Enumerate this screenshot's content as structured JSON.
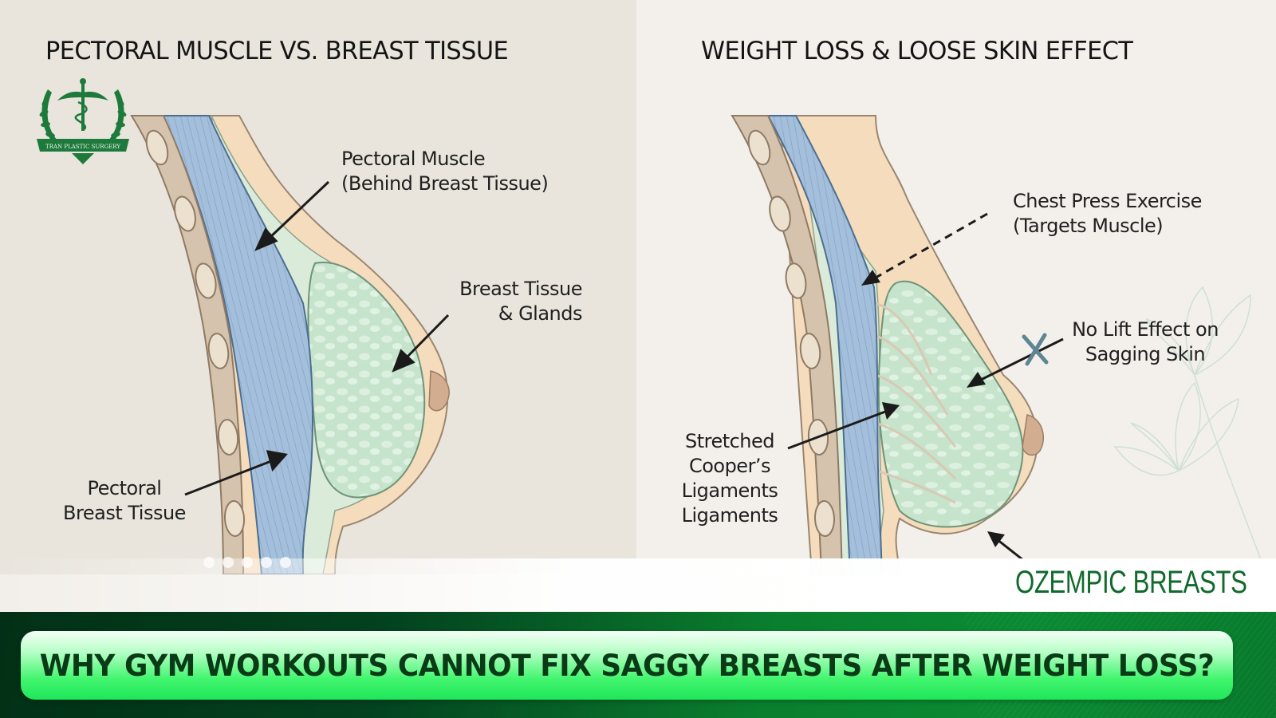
{
  "panels": {
    "left": {
      "title": "PECTORAL MUSCLE VS. BREAST TISSUE",
      "labels": {
        "pectoral_muscle": [
          "Pectoral Muscle",
          "(Behind Breast Tissue)"
        ],
        "breast_tissue": [
          "Breast Tissue",
          "& Glands"
        ],
        "pectoral_breast_tissue": [
          "Pectoral",
          "Breast Tissue"
        ]
      }
    },
    "right": {
      "title": "WEIGHT LOSS & LOOSE SKIN EFFECT",
      "labels": {
        "chest_press": [
          "Chest Press Exercise",
          "(Targets Muscle)"
        ],
        "no_lift": [
          "No Lift Effect on",
          "Sagging Skin"
        ],
        "coopers": [
          "Stretched",
          "Cooper’s",
          "Ligaments",
          "Ligaments"
        ]
      }
    }
  },
  "logo": {
    "text": "TRAN PLASTIC SURGERY",
    "icon": "caduceus-laurel-icon"
  },
  "tag": "OZEMPIC BREASTS",
  "headline": "WHY GYM WORKOUTS CANNOT FIX SAGGY BREASTS AFTER WEIGHT LOSS?",
  "colors": {
    "muscle": "#9db9d6",
    "gland": "#cfe6d2",
    "skin": "#f3dcbd",
    "rib": "#d9c6b0",
    "brand_green": "#0f6a2b",
    "headline_text": "#0b3a17",
    "x_mark": "#5d8593"
  }
}
